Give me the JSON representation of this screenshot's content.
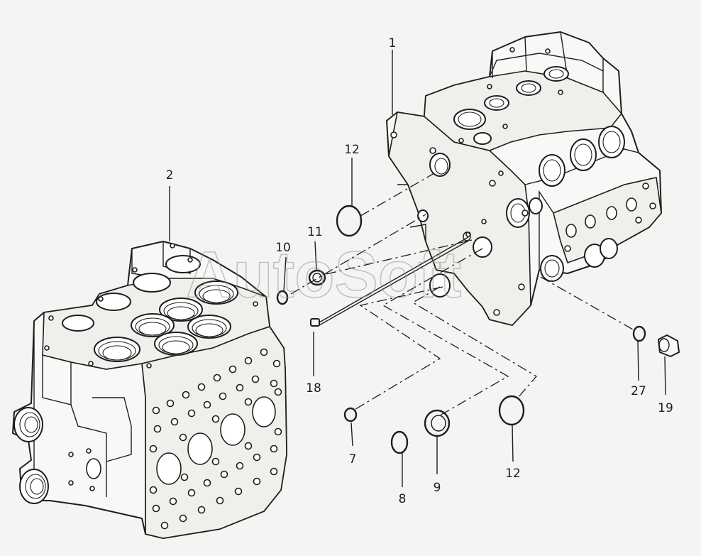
{
  "watermark": "AutoSoft",
  "callouts": [
    {
      "id": "c1",
      "label": "1"
    },
    {
      "id": "c2",
      "label": "2"
    },
    {
      "id": "c7",
      "label": "7"
    },
    {
      "id": "c8",
      "label": "8"
    },
    {
      "id": "c9",
      "label": "9"
    },
    {
      "id": "c10",
      "label": "10"
    },
    {
      "id": "c11",
      "label": "11"
    },
    {
      "id": "c12a",
      "label": "12"
    },
    {
      "id": "c12b",
      "label": "12"
    },
    {
      "id": "c18",
      "label": "18"
    },
    {
      "id": "c19",
      "label": "19"
    },
    {
      "id": "c27",
      "label": "27"
    }
  ]
}
